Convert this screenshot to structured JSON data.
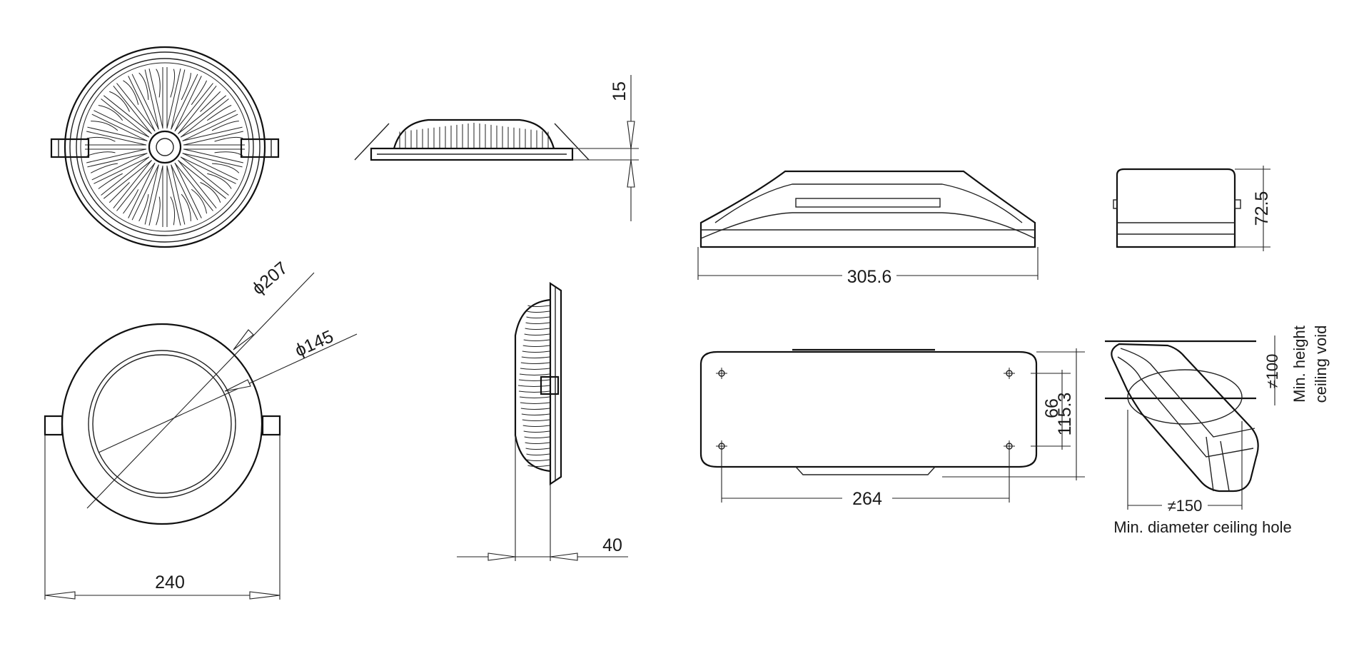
{
  "drawing": {
    "luminaire": {
      "depth_15": "15",
      "outer_diameter": "ϕ207",
      "cutout_diameter": "ϕ145",
      "overall_width": "240",
      "height_40": "40"
    },
    "driver": {
      "length": "305.6",
      "height": "72.5",
      "hole_spacing_length": "264",
      "hole_spacing_width": "66",
      "width": "115.3"
    },
    "installation": {
      "void_height_value": "≠100",
      "void_height_label_line1": "Min. height",
      "void_height_label_line2": "ceiling void",
      "hole_diameter_value": "≠150",
      "hole_diameter_label": "Min. diameter ceiling hole"
    }
  }
}
